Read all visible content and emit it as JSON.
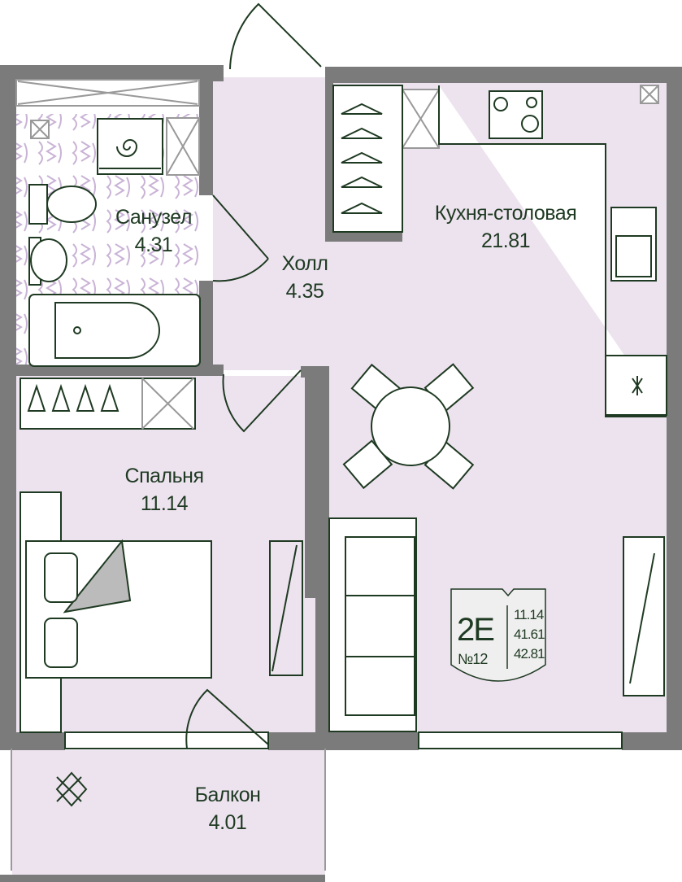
{
  "rooms": [
    {
      "name": "Санузел",
      "area": "4.31"
    },
    {
      "name": "Холл",
      "area": "4.35"
    },
    {
      "name": "Кухня-столовая",
      "area": "21.81"
    },
    {
      "name": "Спальня",
      "area": "11.14"
    },
    {
      "name": "Балкон",
      "area": "4.01"
    }
  ],
  "badge": {
    "code": "2E",
    "number": "№12",
    "values": [
      "11.14",
      "41.61",
      "42.81"
    ]
  },
  "colors": {
    "wall": "#7b7b7b",
    "floor": "#ede3ef",
    "ink": "#1f3a22",
    "tile": "#c9b3d6"
  }
}
